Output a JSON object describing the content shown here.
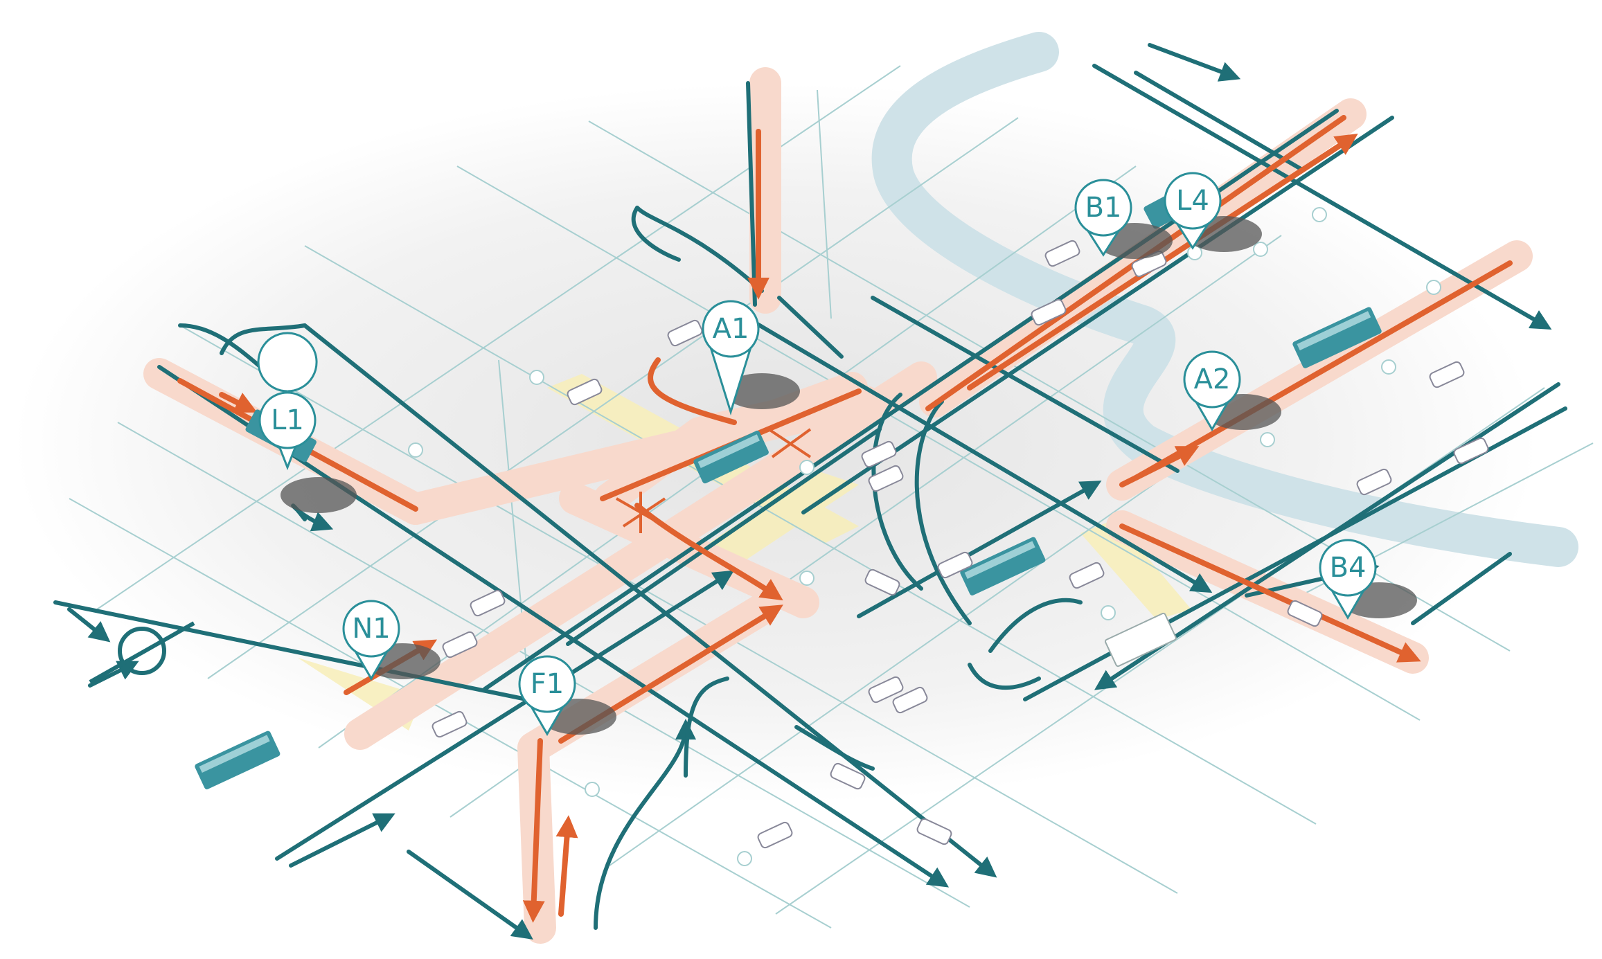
{
  "map": {
    "colors": {
      "road": "#1f6f77",
      "highlight_route": "#e0622f",
      "route_glow": "#f8d9cc",
      "river": "#cfe2e8",
      "grid": "#a7cfd0",
      "yellow_zone": "#f7eebb",
      "pin_fill": "#ffffff",
      "pin_stroke": "#2a8f99",
      "vehicle": "#3a94a0"
    },
    "markers": [
      {
        "id": "L1",
        "label": "L1"
      },
      {
        "id": "A1",
        "label": "A1"
      },
      {
        "id": "B1",
        "label": "B1"
      },
      {
        "id": "L4",
        "label": "L4"
      },
      {
        "id": "A2",
        "label": "A2"
      },
      {
        "id": "B4",
        "label": "B4"
      },
      {
        "id": "N1",
        "label": "N1"
      },
      {
        "id": "F1",
        "label": "F1"
      }
    ],
    "icons": [
      "bus-icon",
      "car-icon",
      "truck-icon",
      "location-pin-icon",
      "arrow-icon",
      "roundabout-icon"
    ]
  }
}
